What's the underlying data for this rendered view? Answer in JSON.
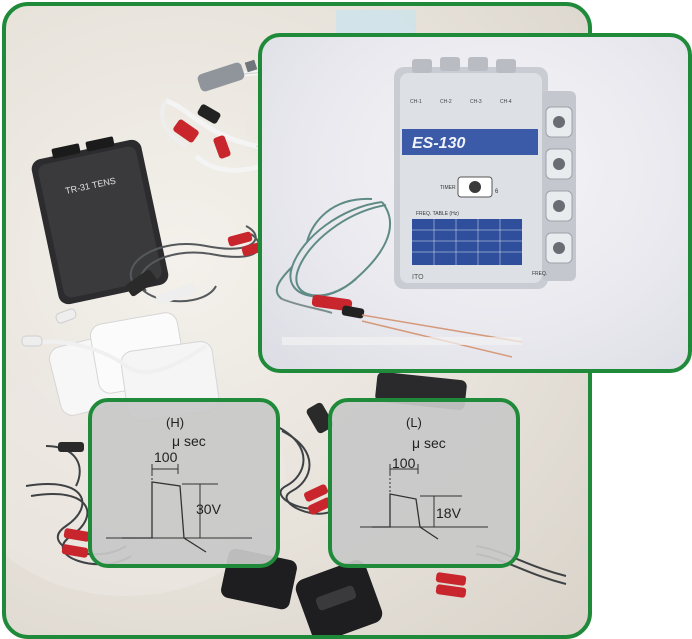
{
  "main_unit": {
    "label": "TR-31 TENS"
  },
  "inset_unit": {
    "model": "ES-130",
    "brand": "ITO",
    "ch1": "CH-1",
    "ch2": "CH-2",
    "ch3": "CH-3",
    "ch4": "CH-4",
    "freq_table_label": "FREQ. TABLE (Hz)",
    "timer_label": "TIMER",
    "freq_label": "FREQ."
  },
  "waveforms": [
    {
      "mode": "(H)",
      "unit": "μ sec",
      "width_value": "100",
      "amplitude": "30V"
    },
    {
      "mode": "(L)",
      "unit": "μ sec",
      "width_value": "100",
      "amplitude": "18V"
    }
  ],
  "colors": {
    "frame_green": "#1f8b3a"
  }
}
